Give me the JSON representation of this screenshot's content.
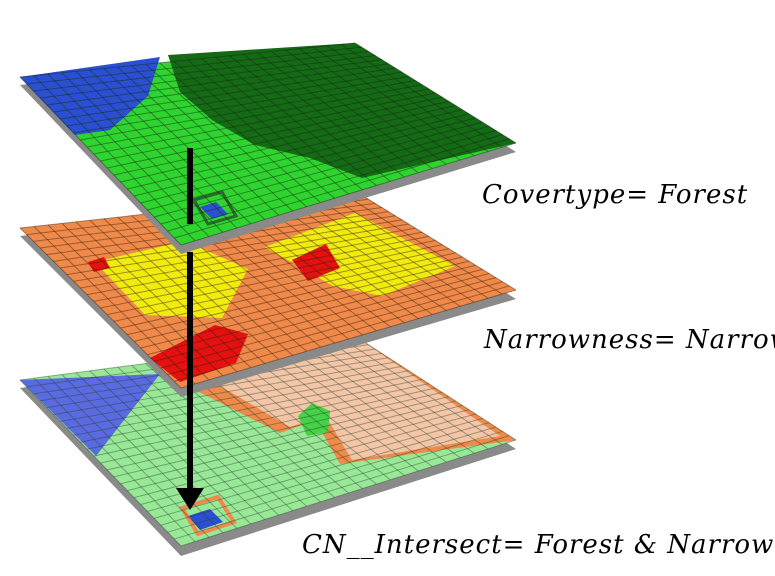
{
  "labels": {
    "covertype": "Covertype= Forest",
    "narrowness": "Narrowness= Narrow",
    "intersect": "CN__Intersect= Forest & Narrow"
  },
  "colors": {
    "cover_blue": "#2a4fd0",
    "cover_forest_light": "#2fd42f",
    "cover_forest_dark": "#156a15",
    "narrow_orange": "#ef8a4a",
    "narrow_yellow": "#f0ec10",
    "narrow_red": "#e51010",
    "result_blue": "#5a6ae0",
    "result_green": "#98e898",
    "result_peach": "#f4c6a8",
    "result_orange": "#ef8a4a",
    "arrow": "#000000",
    "slab_edge": "#777777"
  }
}
